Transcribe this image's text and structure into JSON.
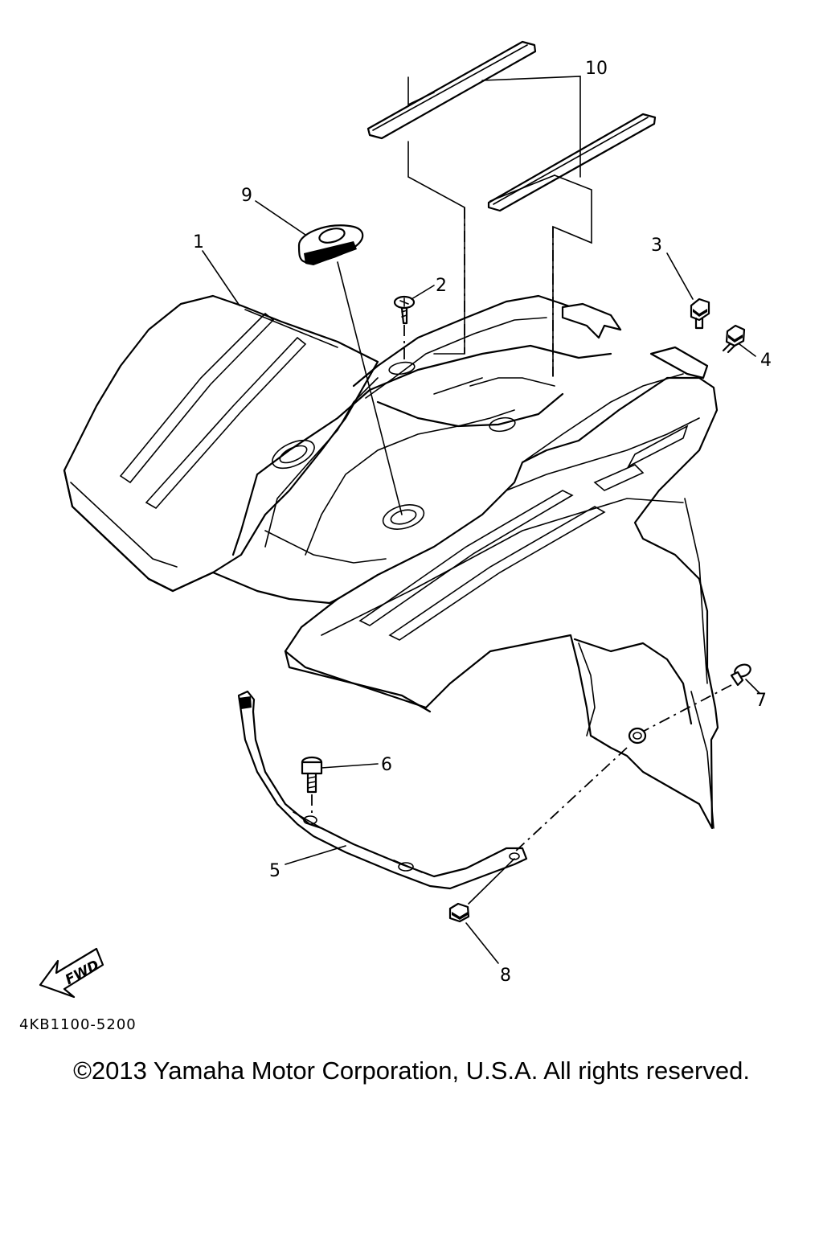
{
  "callouts": [
    {
      "id": "1",
      "label": "1"
    },
    {
      "id": "2",
      "label": "2"
    },
    {
      "id": "3",
      "label": "3"
    },
    {
      "id": "4",
      "label": "4"
    },
    {
      "id": "5",
      "label": "5"
    },
    {
      "id": "6",
      "label": "6"
    },
    {
      "id": "7",
      "label": "7"
    },
    {
      "id": "8",
      "label": "8"
    },
    {
      "id": "9",
      "label": "9"
    },
    {
      "id": "10",
      "label": "10"
    }
  ],
  "fwd_label": "FWD",
  "diagram_code": "4KB1100-5200",
  "copyright": "©2013 Yamaha Motor Corporation, U.S.A. All rights reserved."
}
